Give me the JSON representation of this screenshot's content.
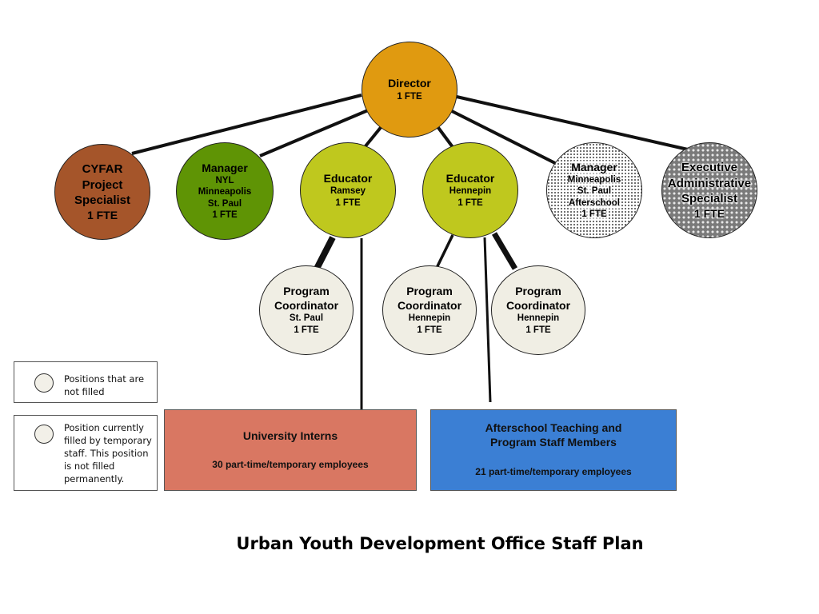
{
  "title": "Urban Youth Development Office Staff Plan",
  "nodes": {
    "director": {
      "title": "Director",
      "fte": "1 FTE",
      "color": "#E09A10"
    },
    "cyfar": {
      "line1": "CYFAR",
      "line2": "Project",
      "line3": "Specialist",
      "fte": "1 FTE",
      "color": "#A5552A"
    },
    "manager_nyl": {
      "title": "Manager",
      "line1": "NYL",
      "line2": "Minneapolis",
      "line3": "St. Paul",
      "fte": "1 FTE",
      "color": "#5F9405"
    },
    "educator_ramsey": {
      "title": "Educator",
      "location": "Ramsey",
      "fte": "1 FTE",
      "color": "#BFC81E"
    },
    "educator_hennepin": {
      "title": "Educator",
      "location": "Hennepin",
      "fte": "1 FTE",
      "color": "#BFC81E"
    },
    "manager_afterschool": {
      "title": "Manager",
      "line1": "Minneapolis",
      "line2": "St. Paul",
      "line3": "Afterschool",
      "fte": "1 FTE"
    },
    "exec_admin": {
      "line1": "Executive",
      "line2": "Administrative",
      "line3": "Specialist",
      "fte": "1 FTE"
    },
    "coord_stpaul": {
      "line1": "Program",
      "line2": "Coordinator",
      "location": "St. Paul",
      "fte": "1 FTE",
      "color": "#F0EEE4"
    },
    "coord_hennepin_1": {
      "line1": "Program",
      "line2": "Coordinator",
      "location": "Hennepin",
      "fte": "1 FTE",
      "color": "#F0EEE4"
    },
    "coord_hennepin_2": {
      "line1": "Program",
      "line2": "Coordinator",
      "location": "Hennepin",
      "fte": "1 FTE",
      "color": "#F0EEE4"
    }
  },
  "boxes": {
    "interns": {
      "title": "University Interns",
      "detail": "30 part-time/temporary employees",
      "color": "#D97762"
    },
    "afterschool": {
      "title_line1": "Afterschool Teaching and",
      "title_line2": "Program Staff Members",
      "detail": "21 part-time/temporary employees",
      "color": "#3B7FD4"
    }
  },
  "legend": {
    "not_filled": "Positions that are not filled",
    "temporary": "Position currently filled by temporary staff. This position is not filled permanently."
  }
}
